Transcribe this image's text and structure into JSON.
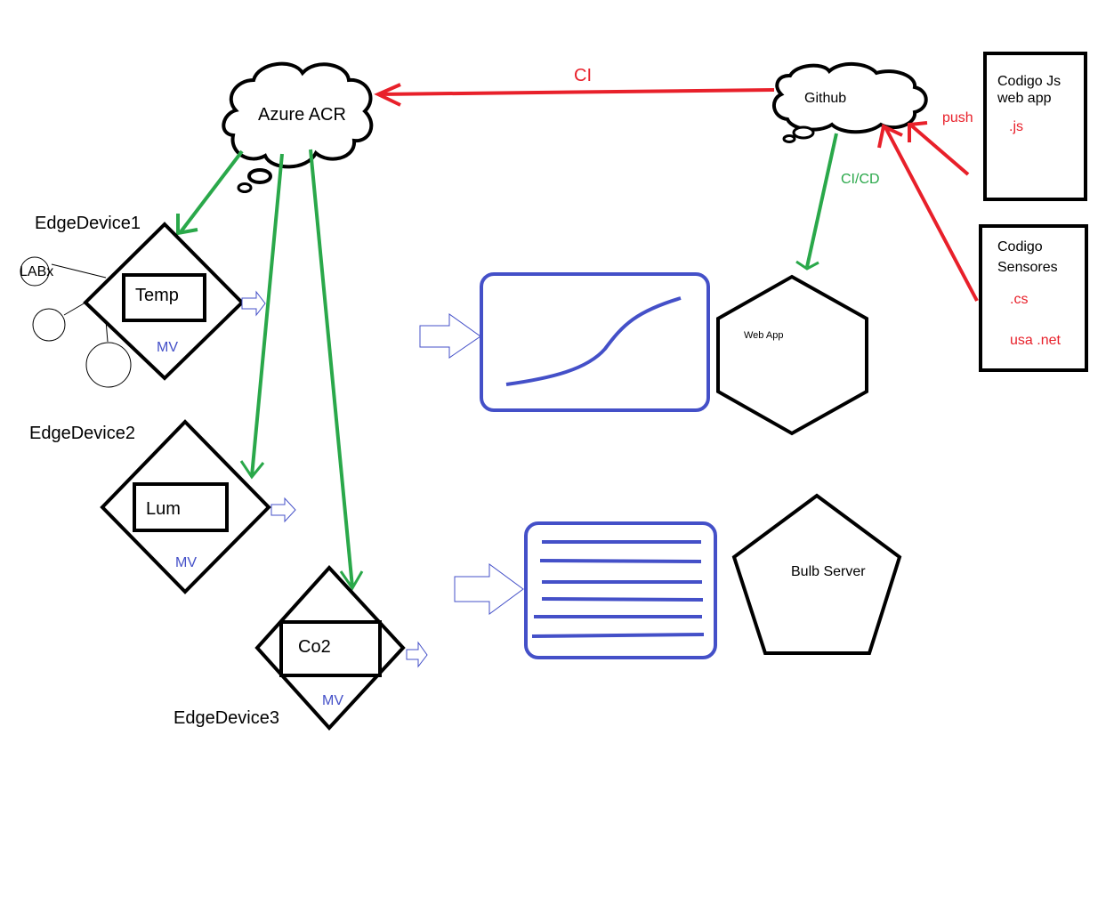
{
  "diagram": {
    "azure": {
      "label": "Azure ACR"
    },
    "github": {
      "label": "Github"
    },
    "ci_label": "CI",
    "cicd_label": "CI/CD",
    "push_label": "push",
    "code_js": {
      "title_line1": "Codigo Js",
      "title_line2": "web app",
      "ext": ".js"
    },
    "code_sensors": {
      "title_line1": "Codigo",
      "title_line2": "Sensores",
      "ext": ".cs",
      "uses": "usa .net"
    },
    "edge1": {
      "label": "EdgeDevice1",
      "module": "Temp",
      "mv": "MV",
      "side_label": "LABx"
    },
    "edge2": {
      "label": "EdgeDevice2",
      "module": "Lum",
      "mv": "MV"
    },
    "edge3": {
      "label": "EdgeDevice3",
      "module": "Co2",
      "mv": "MV"
    },
    "webapp": {
      "label": "Web App"
    },
    "bulb": {
      "label": "Bulb Server"
    },
    "colors": {
      "red": "#e8202a",
      "green": "#2aa84a",
      "blue": "#4450c8",
      "black": "#000000"
    }
  }
}
